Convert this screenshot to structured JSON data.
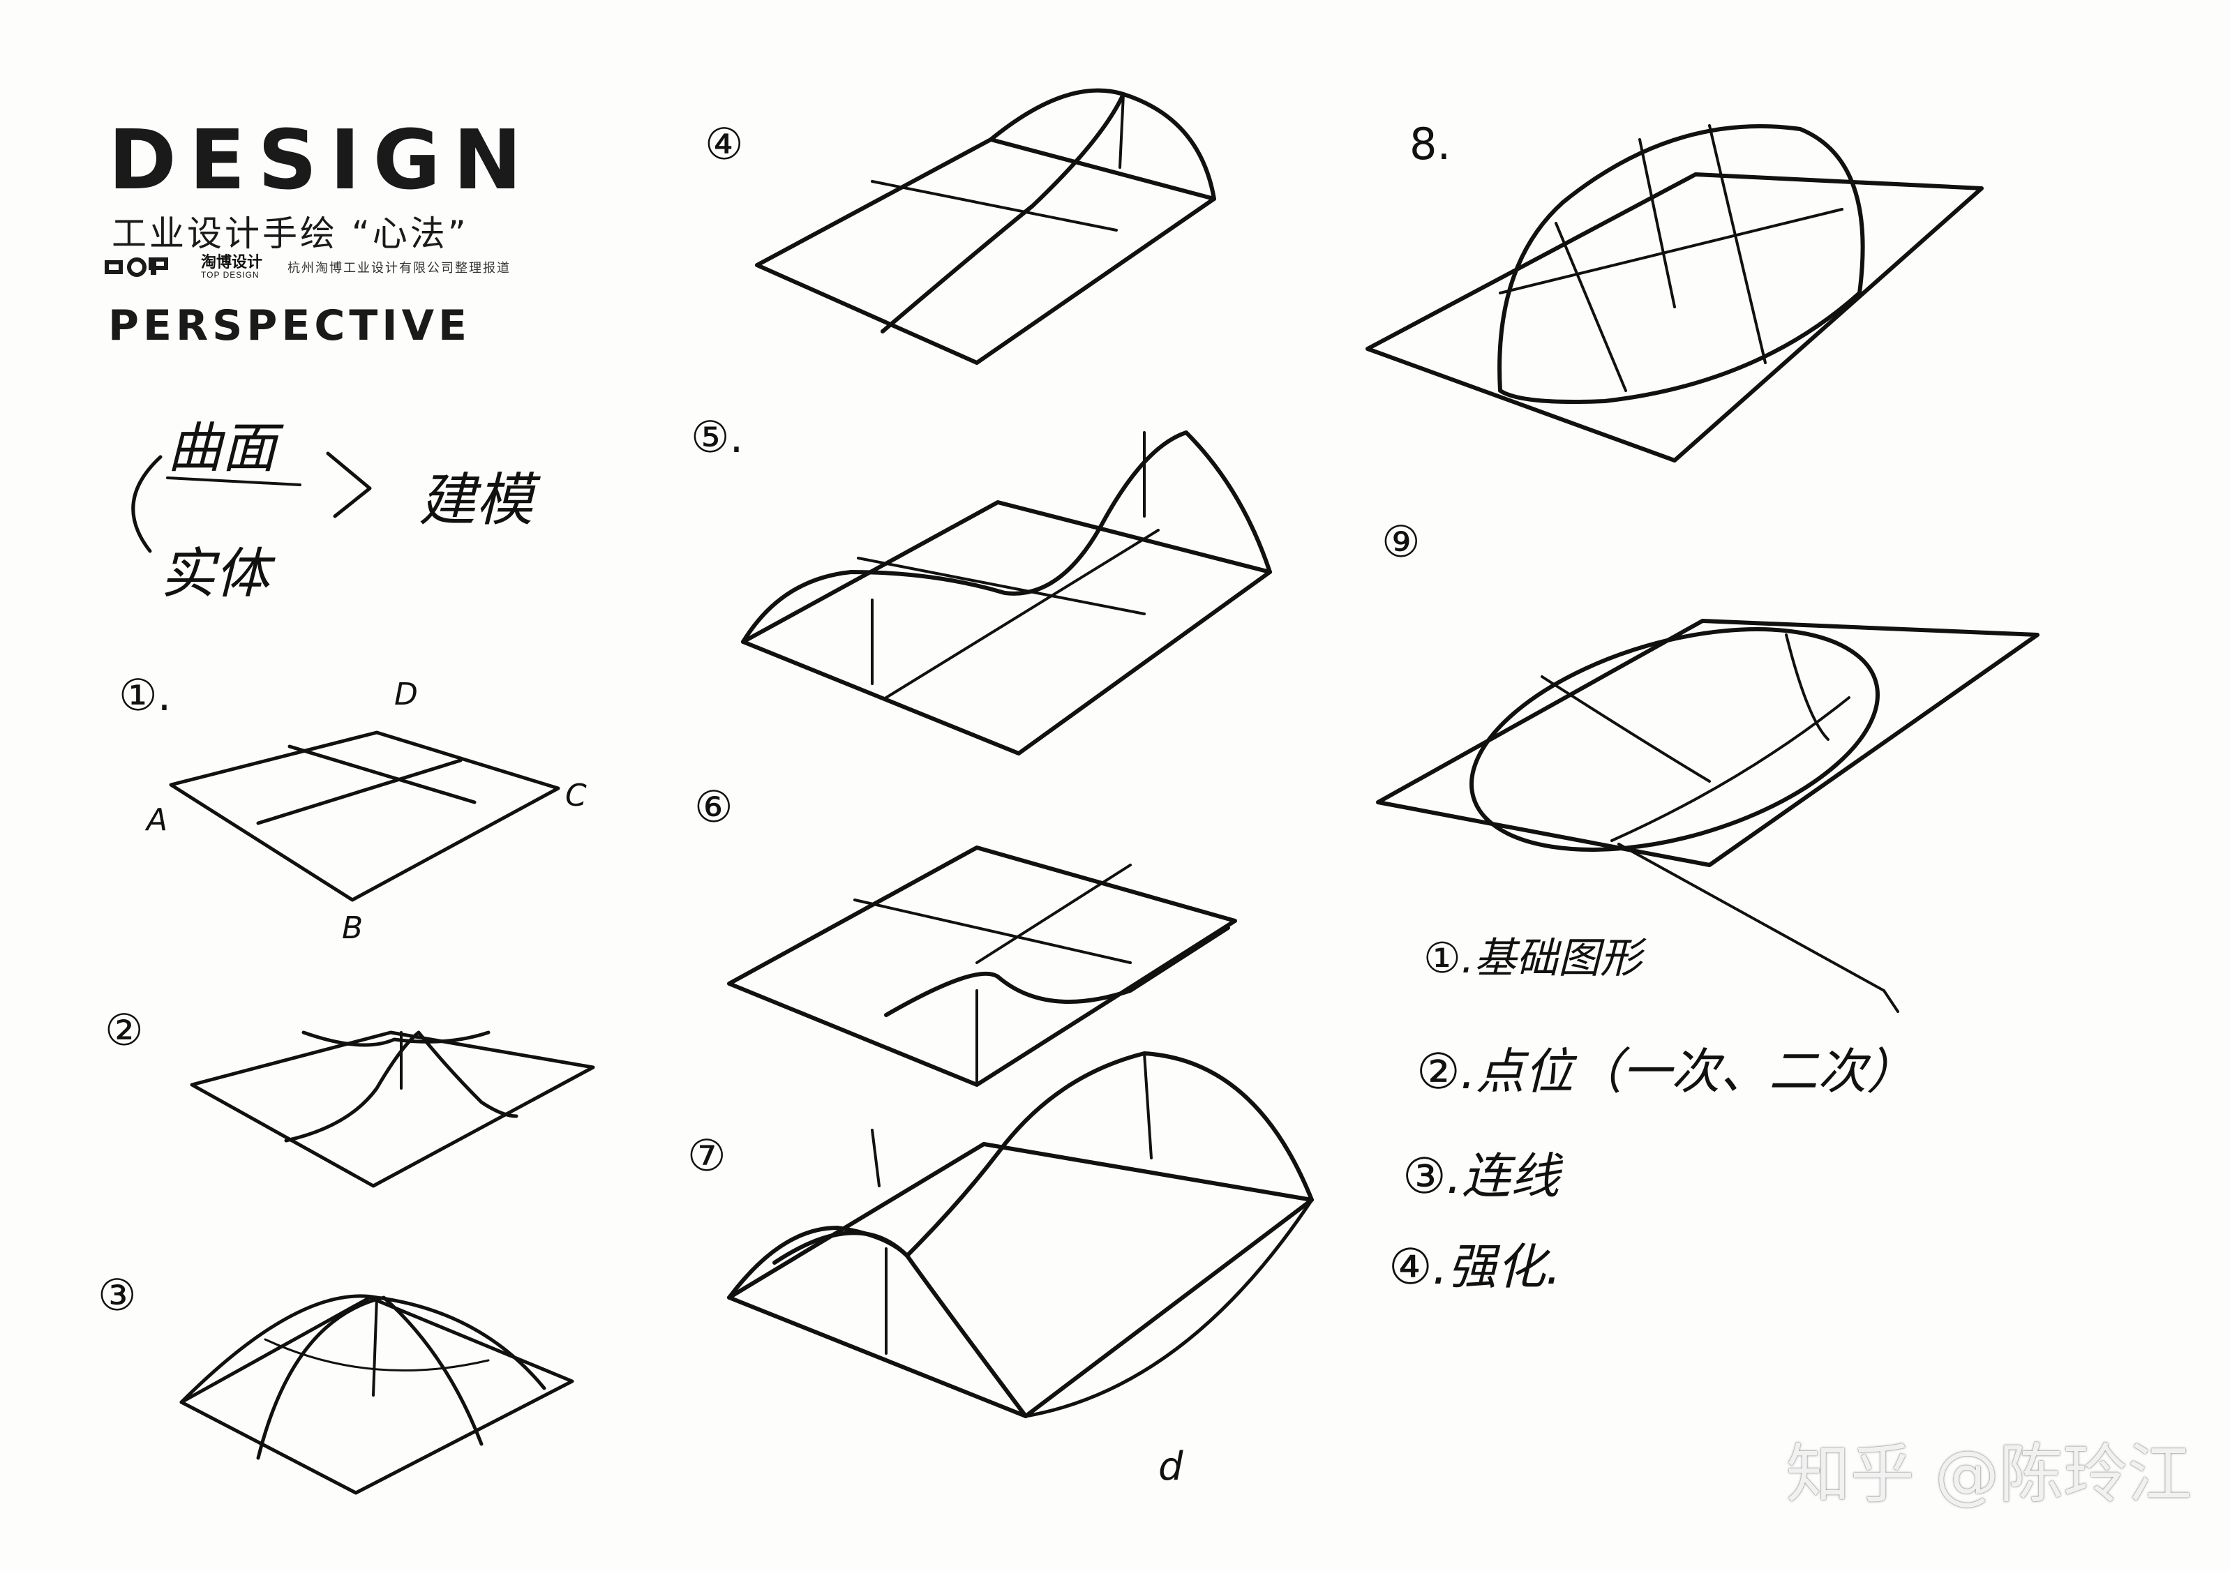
{
  "header": {
    "title": "DESIGN",
    "subtitle": "工业设计手绘 “心法”",
    "logo_name": "淘博设计",
    "logo_en": "TOP DESIGN",
    "logo_desc": "杭州淘博工业设计有限公司整理报道",
    "section": "PERSPECTIVE"
  },
  "notes": {
    "surface": "曲面",
    "modeling": "建模",
    "solid": "实体"
  },
  "steps": {
    "s1": "①.",
    "s2": "②",
    "s3": "③",
    "s4": "④",
    "s5": "⑤.",
    "s6": "⑥",
    "s7": "⑦",
    "s8": "8.",
    "s9": "⑨"
  },
  "points": {
    "a": "A",
    "b": "B",
    "c": "C",
    "d": "D",
    "d_lower": "d"
  },
  "method_list": [
    "①.基础图形",
    "②.点位（一次、二次）",
    "③.连线",
    "④.强化."
  ],
  "watermark": "知乎 @陈玲江"
}
